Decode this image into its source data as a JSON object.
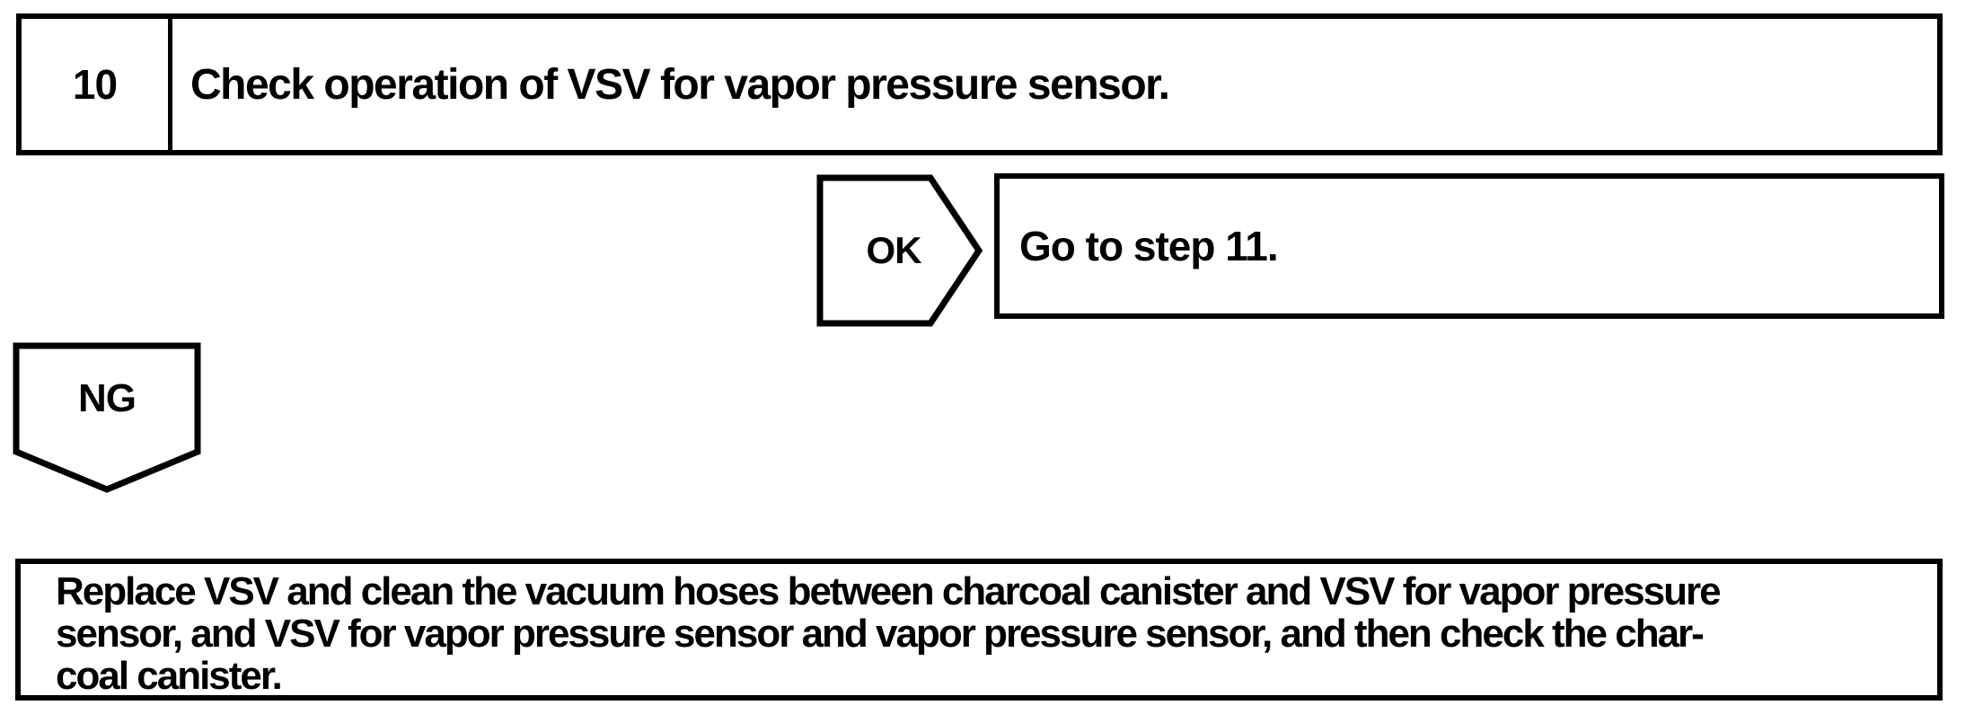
{
  "flowchart": {
    "step": {
      "number": "10",
      "instruction": "Check operation of VSV for vapor pressure sensor."
    },
    "ok_branch": {
      "label": "OK",
      "result": "Go to step 11."
    },
    "ng_branch": {
      "label": "NG",
      "result_lines": [
        "Replace VSV and clean the vacuum hoses between charcoal canister and VSV for vapor pressure",
        "sensor, and VSV for vapor pressure sensor and vapor pressure sensor, and then check the char-",
        "coal canister."
      ]
    },
    "colors": {
      "ink": "#000000",
      "background": "#ffffff"
    }
  }
}
